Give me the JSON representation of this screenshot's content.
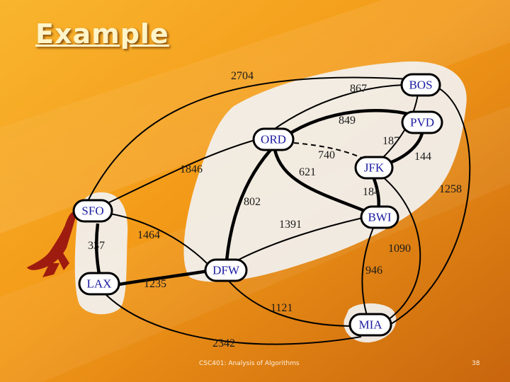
{
  "slide": {
    "title": "Example",
    "footer_course": "CSC401: Analysis of Algorithms",
    "page_number": "38"
  },
  "colors": {
    "background_light": "#f8a318",
    "background_dark": "#b9560a",
    "blob": "#f2f2f2",
    "node_label": "#1a1aa0",
    "edge": "#000000"
  },
  "nodes": [
    {
      "id": "BOS",
      "label": "BOS"
    },
    {
      "id": "PVD",
      "label": "PVD"
    },
    {
      "id": "ORD",
      "label": "ORD"
    },
    {
      "id": "JFK",
      "label": "JFK"
    },
    {
      "id": "SFO",
      "label": "SFO"
    },
    {
      "id": "BWI",
      "label": "BWI"
    },
    {
      "id": "LAX",
      "label": "LAX"
    },
    {
      "id": "DFW",
      "label": "DFW"
    },
    {
      "id": "MIA",
      "label": "MIA"
    }
  ],
  "edges": [
    {
      "from": "SFO",
      "to": "BOS",
      "weight": "2704"
    },
    {
      "from": "ORD",
      "to": "BOS",
      "weight": "867"
    },
    {
      "from": "ORD",
      "to": "PVD",
      "weight": "849"
    },
    {
      "from": "JFK",
      "to": "BOS",
      "weight": "187"
    },
    {
      "from": "JFK",
      "to": "PVD",
      "weight": "144"
    },
    {
      "from": "ORD",
      "to": "JFK",
      "weight": "740"
    },
    {
      "from": "SFO",
      "to": "ORD",
      "weight": "1846"
    },
    {
      "from": "ORD",
      "to": "BWI",
      "weight": "621"
    },
    {
      "from": "BOS",
      "to": "MIA",
      "weight": "1258"
    },
    {
      "from": "JFK",
      "to": "BWI",
      "weight": "184"
    },
    {
      "from": "ORD",
      "to": "DFW",
      "weight": "802"
    },
    {
      "from": "DFW",
      "to": "BWI",
      "weight": "1391"
    },
    {
      "from": "SFO",
      "to": "DFW",
      "weight": "1464"
    },
    {
      "from": "SFO",
      "to": "LAX",
      "weight": "337"
    },
    {
      "from": "BWI",
      "to": "MIA",
      "weight": "946"
    },
    {
      "from": "JFK",
      "to": "MIA",
      "weight": "1090"
    },
    {
      "from": "LAX",
      "to": "DFW",
      "weight": "1235"
    },
    {
      "from": "DFW",
      "to": "MIA",
      "weight": "1121"
    },
    {
      "from": "LAX",
      "to": "MIA",
      "weight": "2342"
    }
  ]
}
